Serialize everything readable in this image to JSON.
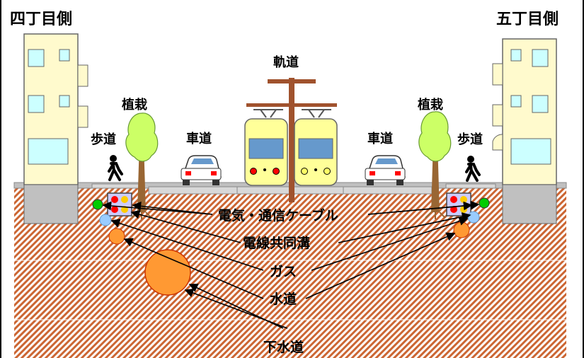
{
  "labels": {
    "left_district": "四丁目側",
    "right_district": "五丁目側",
    "tramway": "軌道",
    "trees_left": "植栽",
    "trees_right": "植栽",
    "sidewalk_left": "歩道",
    "sidewalk_right": "歩道",
    "roadway_left": "車道",
    "roadway_right": "車道",
    "power_telecom_cable": "電気・通信ケーブル",
    "cable_conduit": "電線共同溝",
    "gas": "ガス",
    "water": "水道",
    "sewer": "下水道"
  },
  "colors": {
    "building": "#fffacd",
    "window": "#ccffff",
    "pole": "#a0522d",
    "tram_body": "#ffff99",
    "tram_window": "#6699cc",
    "ground": "#c0c0c0",
    "soil_hatch": "#cc6633",
    "tree": "#ccff66",
    "trunk": "#996633",
    "cable_red": "#ff0000",
    "cable_yellow": "#ffcc00",
    "cable_green": "#00cc00",
    "gas_pipe": "#99ccff",
    "water_pipe": "#ff9933",
    "sewer_pipe": "#ff9933"
  }
}
